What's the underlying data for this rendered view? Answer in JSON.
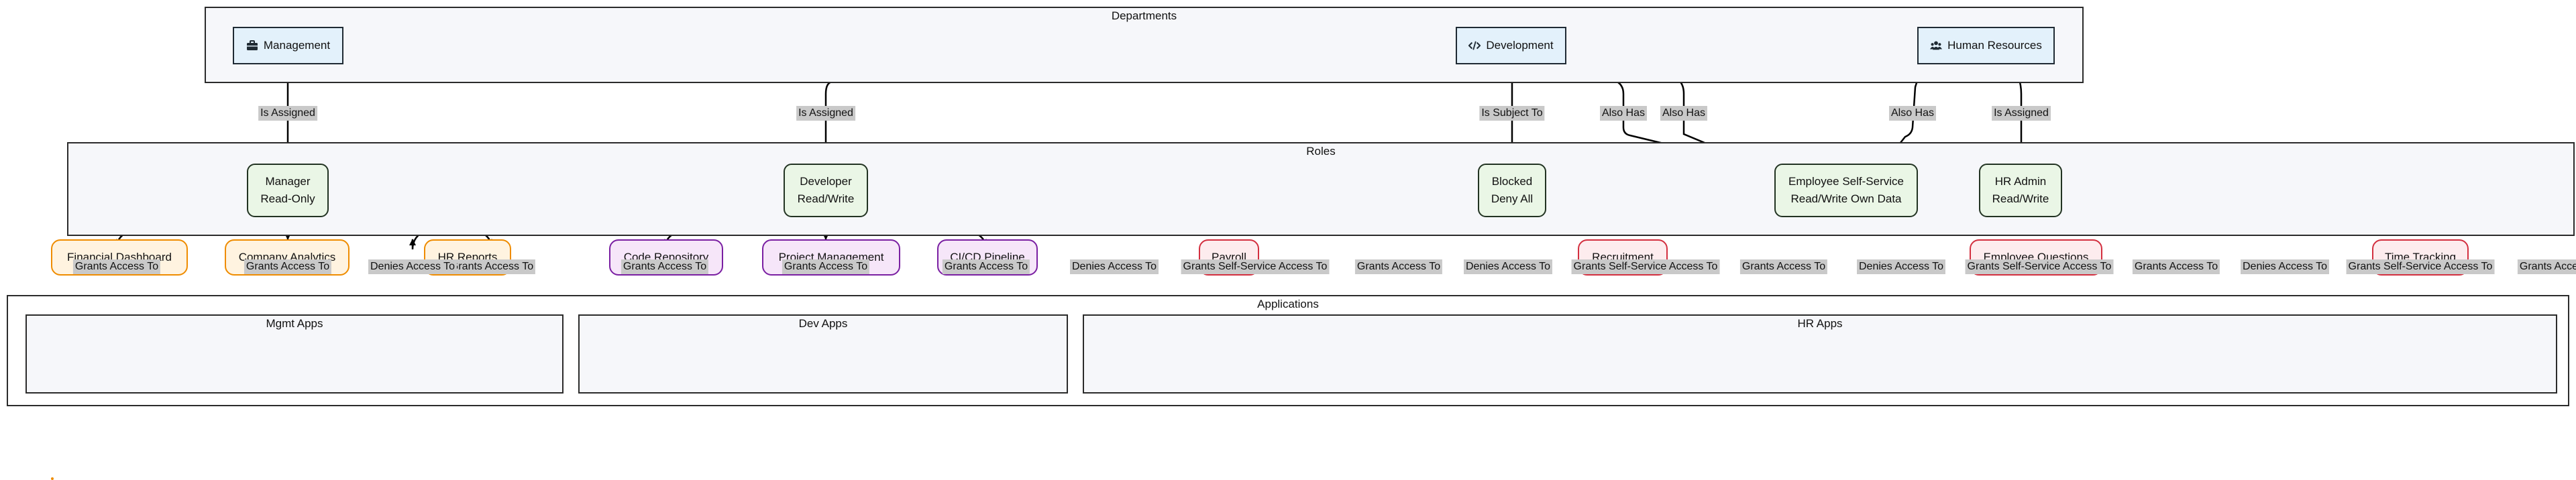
{
  "clusters": {
    "departments": "Departments",
    "roles": "Roles",
    "applications": "Applications",
    "mgmt_apps": "Mgmt Apps",
    "dev_apps": "Dev Apps",
    "hr_apps": "HR Apps"
  },
  "departments": {
    "management": {
      "label": "Management",
      "icon": "briefcase-icon"
    },
    "development": {
      "label": "Development",
      "icon": "code-icon"
    },
    "human_resources": {
      "label": "Human Resources",
      "icon": "users-icon"
    }
  },
  "roles": {
    "manager": {
      "line1": "Manager",
      "line2": "Read-Only"
    },
    "developer": {
      "line1": "Developer",
      "line2": "Read/Write"
    },
    "blocked": {
      "line1": "Blocked",
      "line2": "Deny All"
    },
    "employee": {
      "line1": "Employee Self-Service",
      "line2": "Read/Write Own Data"
    },
    "hradmin": {
      "line1": "HR Admin",
      "line2": "Read/Write"
    }
  },
  "apps": {
    "financial_dashboard": "Financial Dashboard",
    "company_analytics": "Company Analytics",
    "hr_reports": "HR Reports",
    "code_repository": "Code Repository",
    "project_management": "Project Management",
    "cicd_pipeline": "CI/CD Pipeline",
    "payroll": "Payroll",
    "recruitment": "Recruitment",
    "employee_questions": "Employee Questions",
    "time_tracking": "Time Tracking"
  },
  "edge_labels": {
    "mgmt_assigned": "Is Assigned",
    "dev_assigned": "Is Assigned",
    "dev_subject": "Is Subject To",
    "mgmt_also": "Also Has",
    "dev_also": "Also Has",
    "hr_also": "Also Has",
    "hr_assigned": "Is Assigned",
    "mgr_fin": "Grants Access To",
    "mgr_analytics": "Grants Access To",
    "mgr_hrreports": "Grants Access To",
    "blocked_hrreports": "Denies Access To",
    "dev_code": "Grants Access To",
    "dev_pm": "Grants Access To",
    "dev_cicd": "Grants Access To",
    "blocked_payroll": "Denies Access To",
    "emp_payroll": "Grants Self-Service Access To",
    "hr_payroll": "Grants Access To",
    "blocked_recruit": "Denies Access To",
    "emp_recruit": "Grants Self-Service Access To",
    "hr_recruit": "Grants Access To",
    "blocked_questions": "Denies Access To",
    "emp_questions": "Grants Self-Service Access To",
    "hr_questions": "Grants Access To",
    "blocked_time": "Denies Access To",
    "emp_time": "Grants Self-Service Access To",
    "hr_time": "Grants Access To"
  },
  "colors": {
    "department_fill": "#e3f1fb",
    "role_fill": "#eaf6e6",
    "mgmt_app_border": "#ef8c00",
    "dev_app_border": "#7a1fa2",
    "hr_app_border": "#d32f3f",
    "label_background": "#c9c9c9"
  }
}
